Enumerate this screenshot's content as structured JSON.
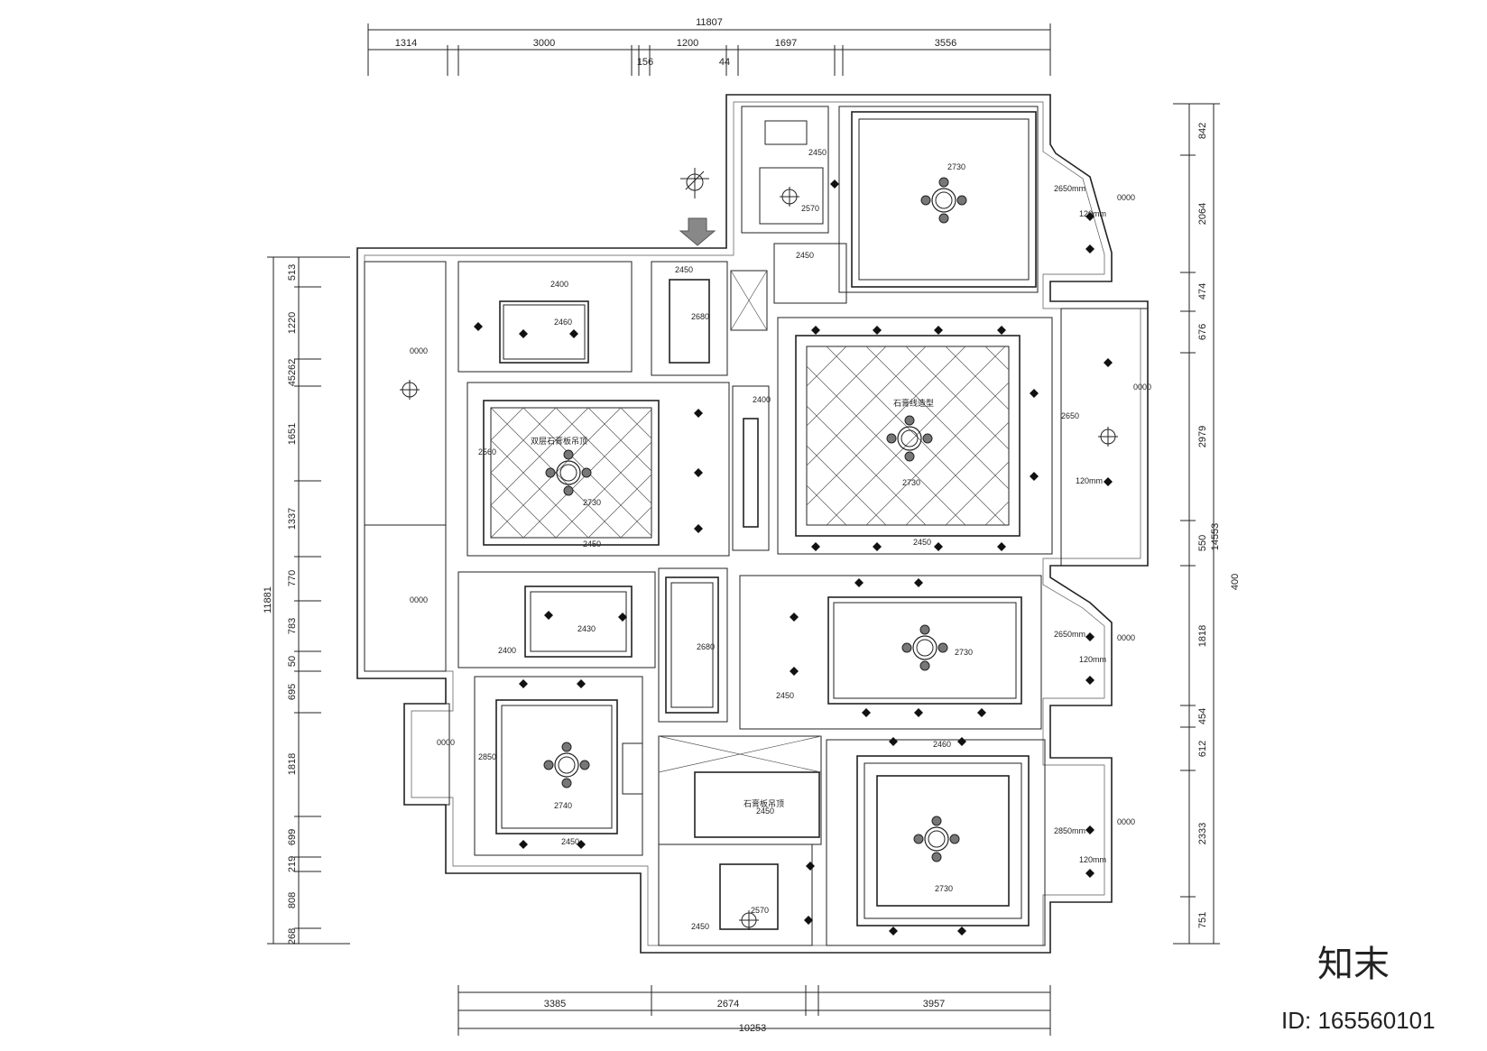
{
  "dimensions": {
    "top_total": "11807",
    "top_segments": [
      "1314",
      "3000",
      "156",
      "1200",
      "44",
      "1697",
      "3556"
    ],
    "bottom_total": "10253",
    "bottom_segments": [
      "3385",
      "2674",
      "3957"
    ],
    "left_total": "11881",
    "left_segments": [
      "513",
      "1220",
      "45262",
      "1651",
      "1337",
      "770",
      "783",
      "50",
      "695",
      "1818",
      "699",
      "219",
      "808",
      "268"
    ],
    "right_total": "14553",
    "right_extra": "400",
    "right_segments": [
      "842",
      "2064",
      "474",
      "676",
      "2979",
      "550",
      "1818",
      "454",
      "612",
      "2333",
      "751"
    ]
  },
  "ceiling_heights": [
    "2730",
    "2450",
    "2570",
    "2450",
    "2650mm",
    "0000",
    "120mm",
    "2400",
    "2460",
    "2450",
    "2680",
    "2400",
    "0000",
    "2560",
    "2730",
    "2450",
    "2730",
    "2450",
    "2650",
    "0000",
    "120mm",
    "2400",
    "2430",
    "0000",
    "2680",
    "2730",
    "2450",
    "2650mm",
    "0000",
    "120mm",
    "0000",
    "2850",
    "2740",
    "2450",
    "2450",
    "2460",
    "2730",
    "2850mm",
    "0000",
    "120mm",
    "2570",
    "2450"
  ],
  "room_notes": [
    "双层石膏板吊顶",
    "石膏线造型",
    "石膏板吊顶"
  ],
  "watermark": {
    "logo": "知末",
    "id": "ID: 165560101"
  }
}
